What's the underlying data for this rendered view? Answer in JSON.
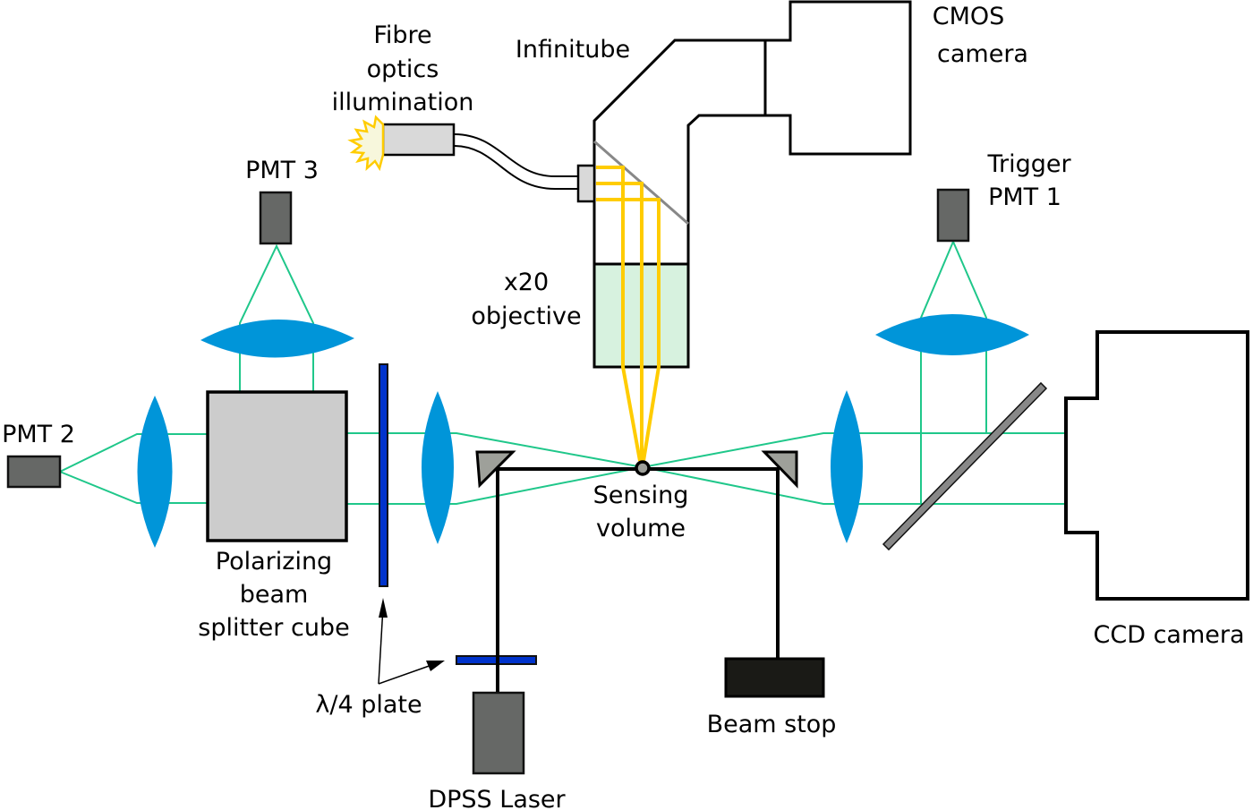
{
  "labels": {
    "fibre_l1": "Fibre",
    "fibre_l2": "optics",
    "fibre_l3": "illumination",
    "infinitube": "Infinitube",
    "cmos_l1": "CMOS",
    "cmos_l2": "camera",
    "pmt3": "PMT 3",
    "trigger_l1": "Trigger",
    "trigger_l2": "PMT 1",
    "objective_l1": "x20",
    "objective_l2": "objective",
    "pmt2": "PMT 2",
    "sensing_l1": "Sensing",
    "sensing_l2": "volume",
    "pbs_l1": "Polarizing",
    "pbs_l2": "beam",
    "pbs_l3": "splitter cube",
    "waveplate": "λ/4 plate",
    "laser": "DPSS Laser",
    "beamstop": "Beam stop",
    "ccd": "CCD camera"
  },
  "colors": {
    "scatter_beam": "#1fc78a",
    "illumination_beam": "#ffcc00",
    "lens": "#0095d9",
    "waveplate": "#0033cc",
    "pmt": "#666866",
    "cube": "#cccccc",
    "objective": "#d7f2df",
    "beamstop": "#1a1a16"
  }
}
